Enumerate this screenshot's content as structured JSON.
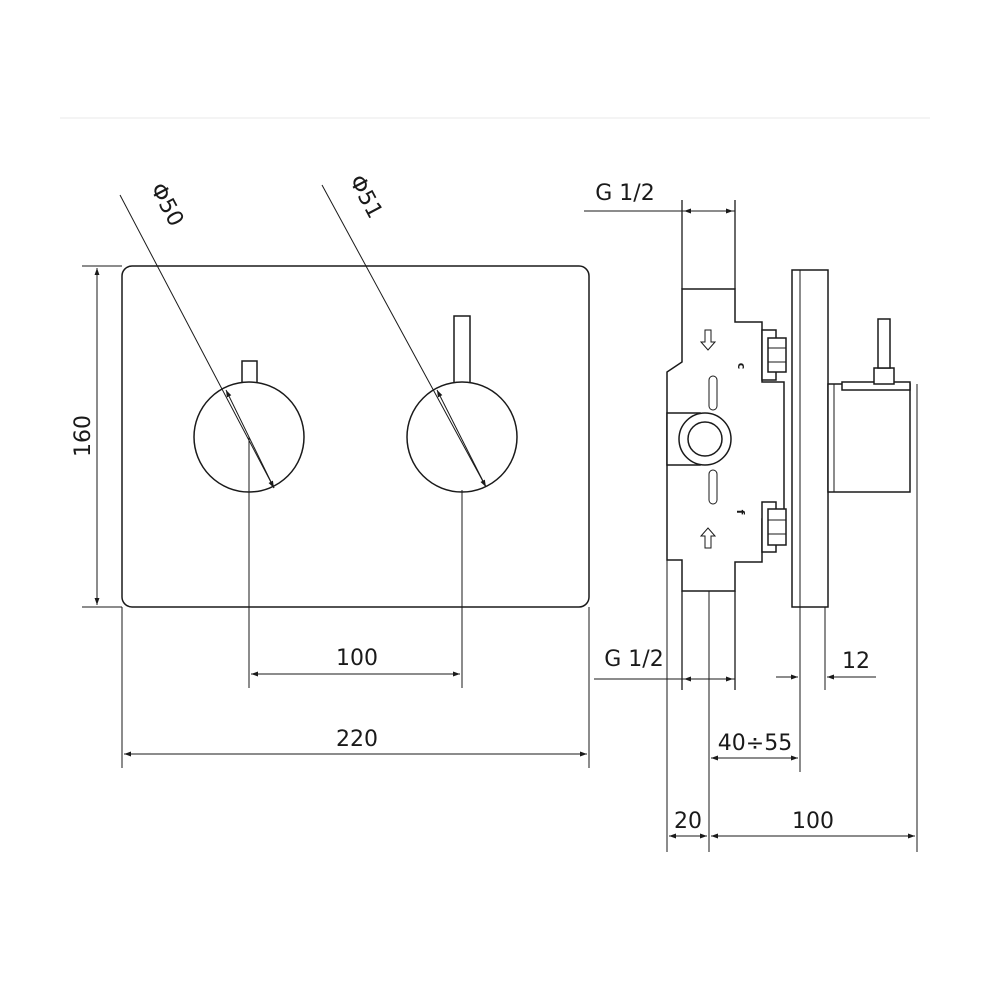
{
  "front_view": {
    "diameter_left": "Φ50",
    "diameter_right": "Φ51",
    "height": "160",
    "handle_spacing": "100",
    "width": "220"
  },
  "side_view": {
    "thread_top": "G 1/2",
    "thread_bottom": "G 1/2",
    "plate_thickness": "12",
    "install_depth": "40÷55",
    "offset": "20",
    "total_depth": "100",
    "marker_hot": "c",
    "marker_cold": "f"
  },
  "colors": {
    "line": "#1a1a1a",
    "background": "#ffffff"
  }
}
